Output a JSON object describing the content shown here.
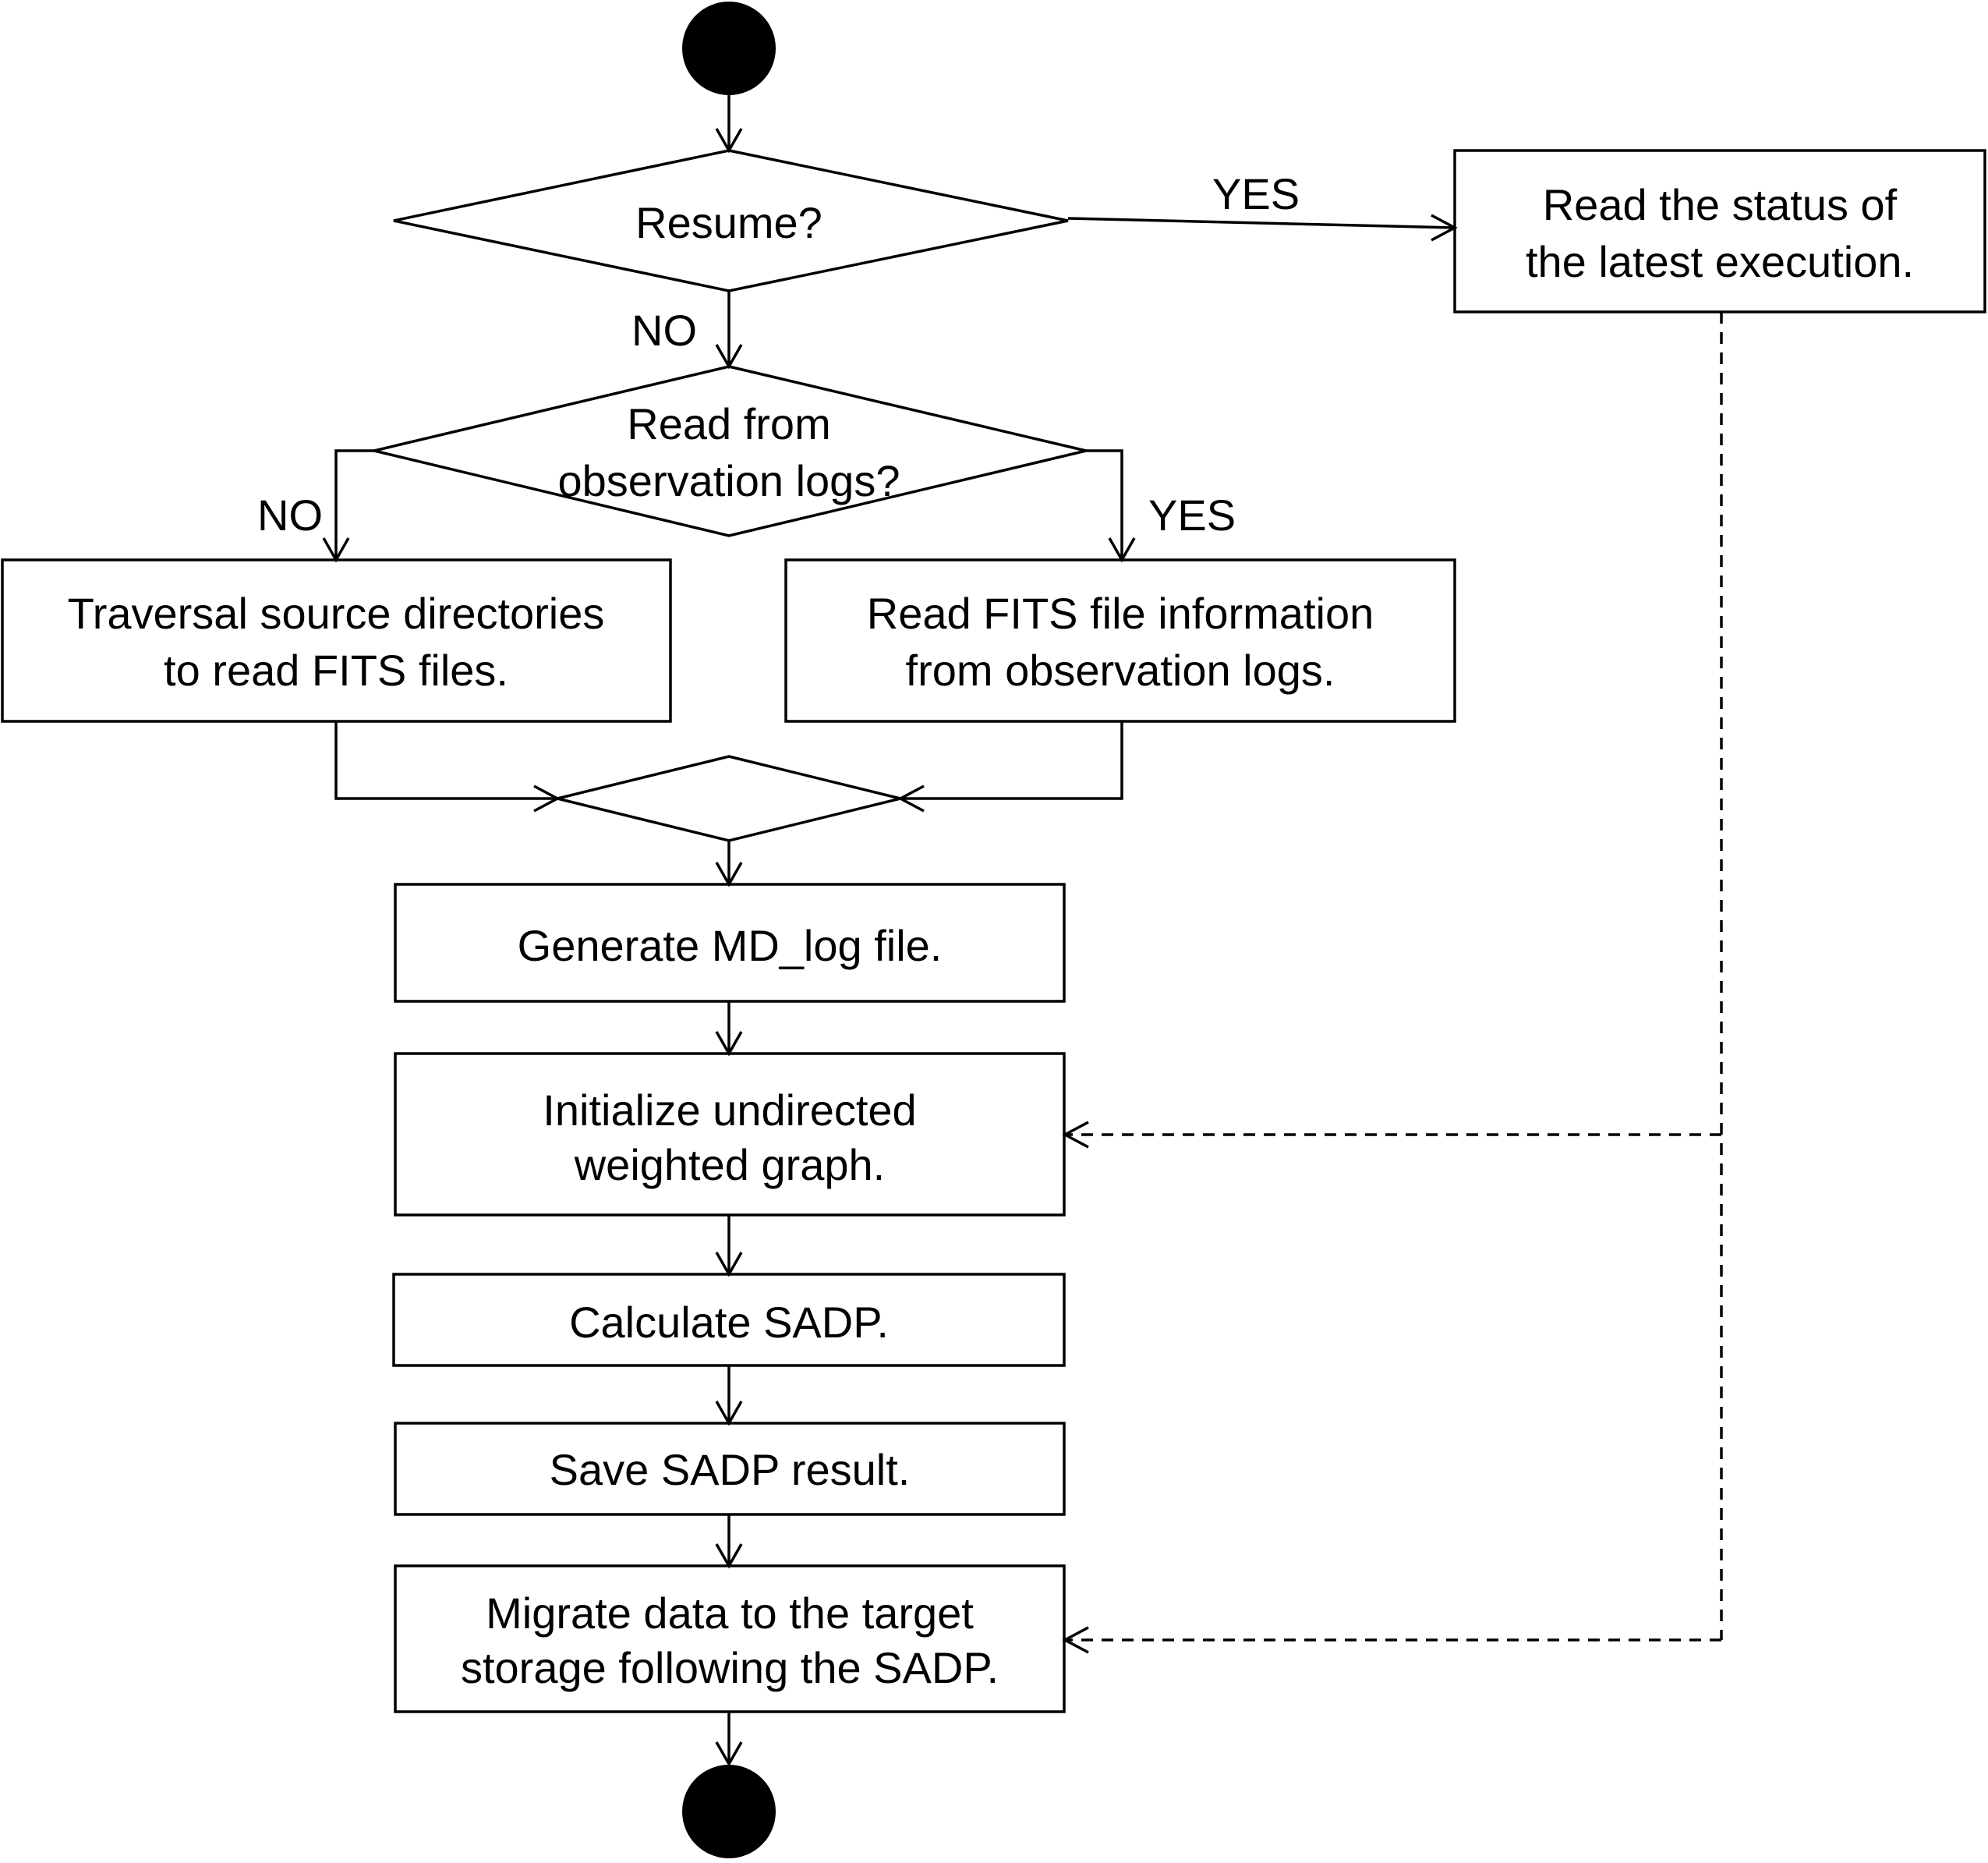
{
  "nodes": {
    "resume": {
      "text": "Resume?"
    },
    "read_status": {
      "lines": [
        "Read the status of",
        "the latest execution."
      ]
    },
    "read_from_logs": {
      "lines": [
        "Read from",
        "observation logs?"
      ]
    },
    "traversal": {
      "lines": [
        "Traversal source directories",
        "to read FITS files."
      ]
    },
    "read_fits_info": {
      "lines": [
        "Read FITS file information",
        "from observation logs."
      ]
    },
    "generate_md_log": {
      "text": "Generate MD_log file."
    },
    "init_graph": {
      "lines": [
        "Initialize undirected",
        "weighted graph."
      ]
    },
    "calculate_sadp": {
      "text": "Calculate SADP."
    },
    "save_sadp": {
      "text": "Save SADP result."
    },
    "migrate": {
      "lines": [
        "Migrate data to the target",
        "storage following the SADP."
      ]
    }
  },
  "edge_labels": {
    "resume_yes": "YES",
    "resume_no": "NO",
    "logs_no": "NO",
    "logs_yes": "YES"
  }
}
